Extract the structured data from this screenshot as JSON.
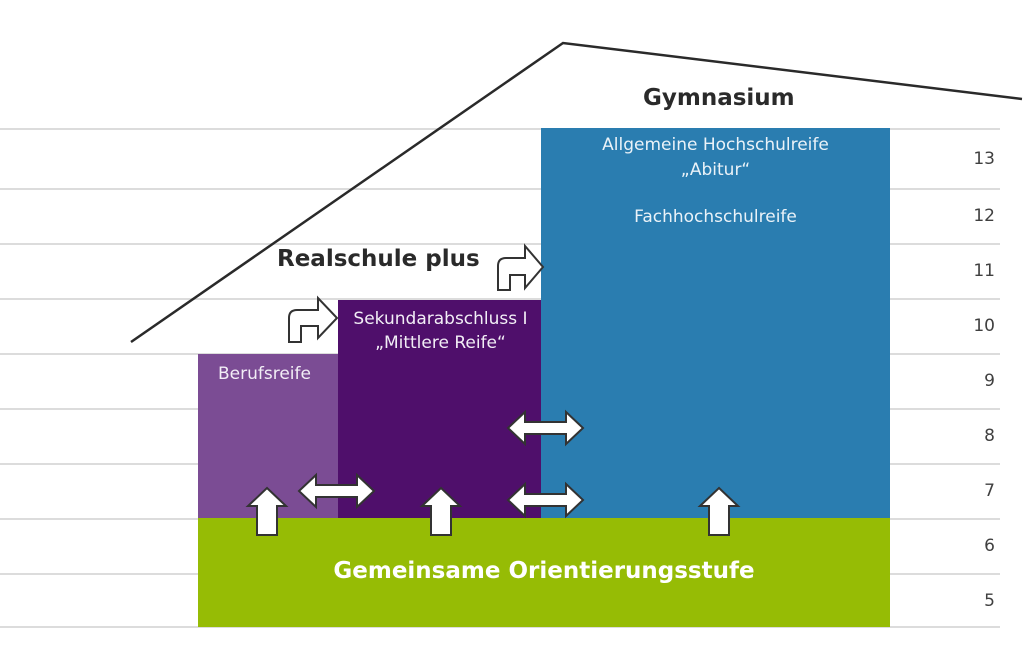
{
  "diagram": {
    "schools": [
      {
        "name": "Realschule plus"
      },
      {
        "name": "Gymnasium"
      }
    ],
    "grades": [
      "13",
      "12",
      "11",
      "10",
      "9",
      "8",
      "7",
      "6",
      "5"
    ],
    "blocks": {
      "berufsreife": {
        "label": "Berufsreife",
        "grades": [
          7,
          9
        ],
        "color": "#7b4c94"
      },
      "sekundarabschluss": {
        "line1": "Sekundarabschluss I",
        "line2": "„Mittlere Reife“",
        "grades": [
          7,
          10
        ],
        "color": "#4f0f6b"
      },
      "gymnasium": {
        "line1": "Allgemeine Hochschulreife",
        "line2": "„Abitur“",
        "line3": "Fachhochschulreife",
        "grades": [
          7,
          13
        ],
        "color": "#2a7db0"
      },
      "orientierung": {
        "label": "Gemeinsame Orientierungsstufe",
        "grades": [
          5,
          6
        ],
        "color": "#96bc05"
      }
    },
    "arrows": {
      "up": [
        "from Orientierungsstufe to Berufsreife",
        "from Orientierungsstufe to Sekundarabschluss I",
        "from Orientierungsstufe to Gymnasium"
      ],
      "bidirectional": [
        "Berufsreife ↔ Sekundarabschluss I",
        "Sekundarabschluss I ↔ Gymnasium (grade 8)",
        "Sekundarabschluss I ↔ Gymnasium (grade 7)"
      ],
      "bend_right": [
        "Berufsreife → Sekundarabschluss I",
        "Sekundarabschluss I → Gymnasium"
      ]
    }
  }
}
